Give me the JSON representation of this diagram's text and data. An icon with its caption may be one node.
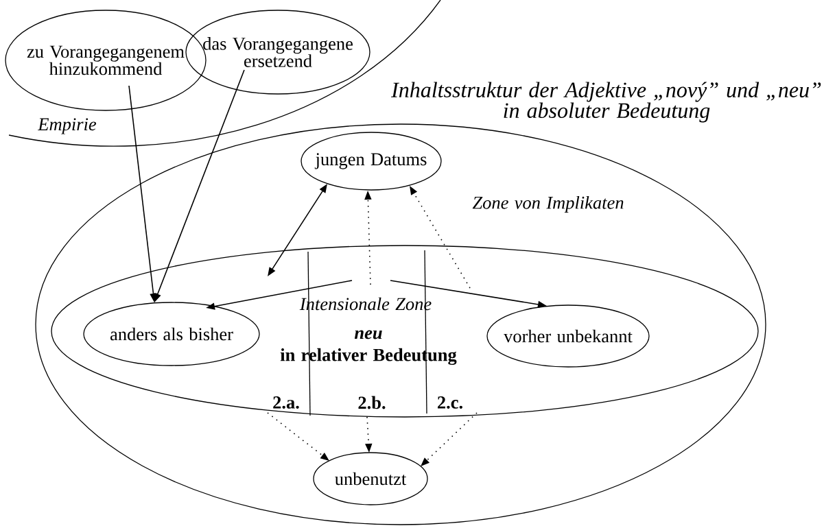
{
  "diagram": {
    "title": "Inhaltsstruktur der Adjektive „nový” und „neu” in absoluter Bedeutung",
    "nodes": [
      {
        "text": [
          "zu Vorangegangenem hinzukommend"
        ]
      },
      {
        "text": [
          "das Vorangegangene ersetzend"
        ]
      },
      {
        "text": [
          "Zone von Implikaten"
        ]
      },
      {
        "text": [
          "Intensionale Zone",
          "neu",
          "in relativer Bedeutung"
        ],
        "in": 2
      },
      {
        "text": [
          "jungen Datums"
        ],
        "in": 2
      },
      {
        "text": [
          "anders als bisher"
        ],
        "in": 3
      },
      {
        "text": [
          "vorher unbekannt"
        ],
        "in": 3
      },
      {
        "text": [
          "unbenutzt"
        ],
        "in": 2
      }
    ],
    "edges": [
      {
        "from": 0,
        "to": 5,
        "arrow": "to"
      },
      {
        "from": 1,
        "to": 5,
        "arrow": "to"
      },
      {
        "from": null,
        "to": 4,
        "arrow": "both"
      },
      {
        "from": 3,
        "to": 5,
        "arrow": "to"
      },
      {
        "from": 3,
        "to": 6,
        "arrow": "to"
      },
      {
        "from": 3,
        "to": 4,
        "arrow": "to",
        "style": "dashed"
      },
      {
        "from": 3,
        "to": 4,
        "arrow": "to",
        "style": "dashed"
      },
      {
        "from": 3,
        "to": 7,
        "arrow": "to",
        "style": "dashed"
      },
      {
        "from": 3,
        "to": 7,
        "arrow": "to",
        "style": "dashed"
      },
      {
        "from": 3,
        "to": 7,
        "arrow": "to",
        "style": "dashed"
      }
    ],
    "labels": [
      "Empirie",
      "2.a.",
      "2.b.",
      "2.c."
    ]
  }
}
